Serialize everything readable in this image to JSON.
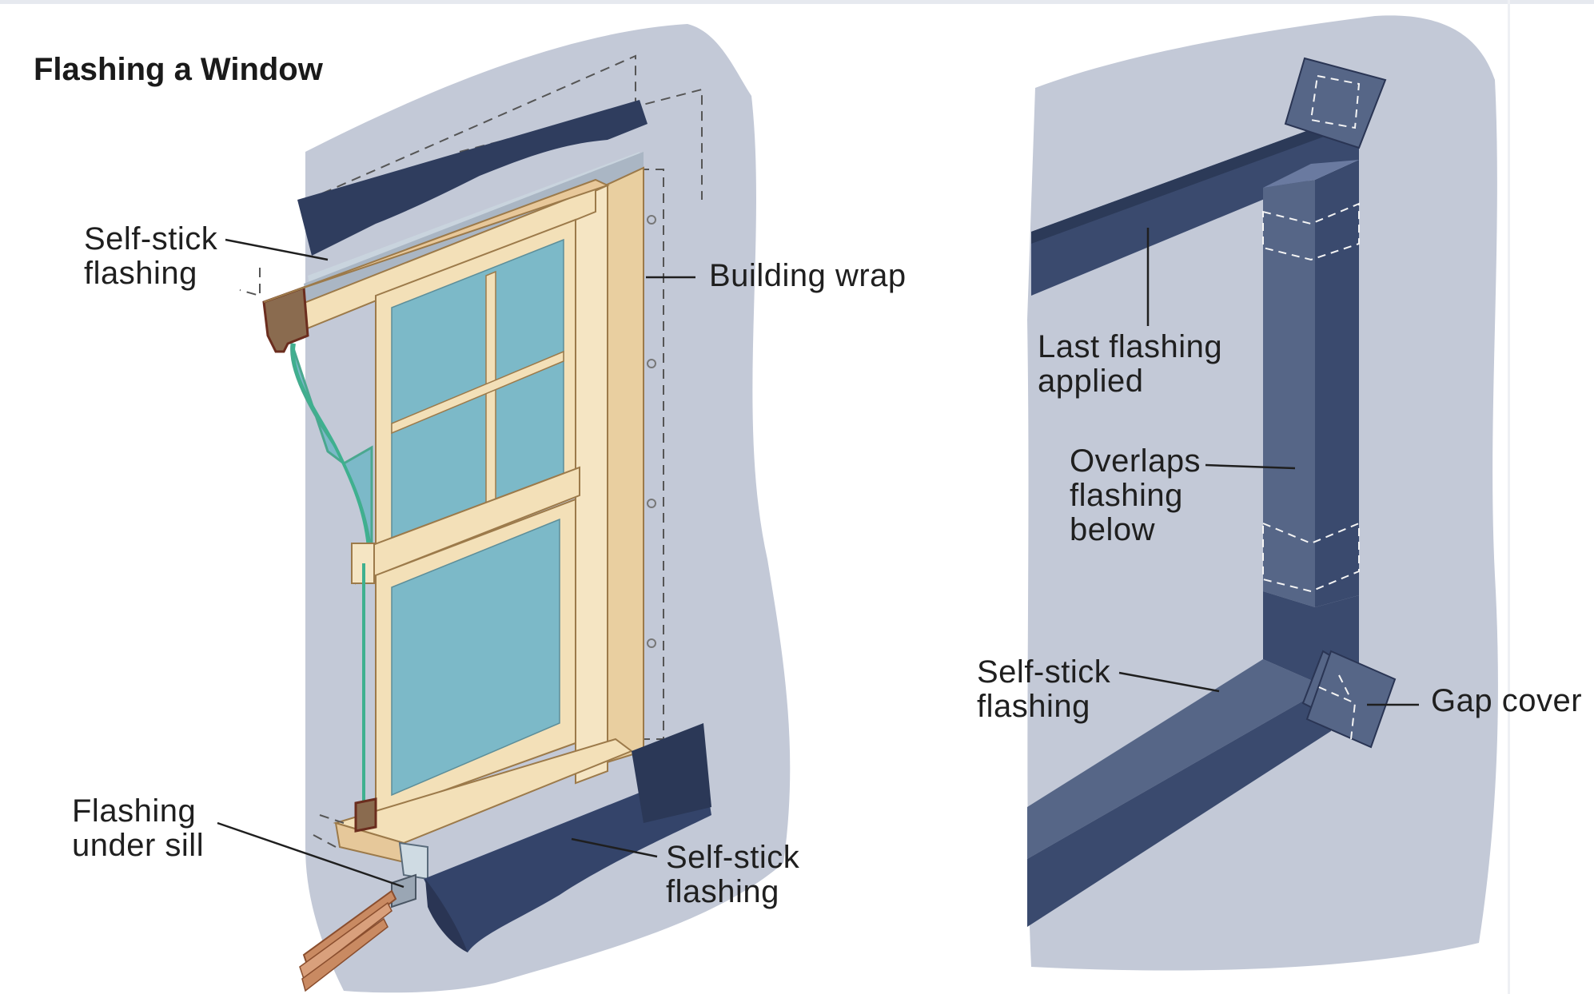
{
  "title": {
    "text": "Flashing a Window"
  },
  "left_diagram": {
    "labels": {
      "self_stick_top_line1": "Self-stick",
      "self_stick_top_line2": "flashing",
      "building_wrap": "Building wrap",
      "flashing_under_sill_line1": "Flashing",
      "flashing_under_sill_line2": "under sill",
      "self_stick_bottom_line1": "Self-stick",
      "self_stick_bottom_line2": "flashing"
    }
  },
  "right_diagram": {
    "labels": {
      "last_flashing_line1": "Last flashing",
      "last_flashing_line2": "applied",
      "overlaps_line1": "Overlaps",
      "overlaps_line2": "flashing",
      "overlaps_line3": "below",
      "self_stick_line1": "Self-stick",
      "self_stick_line2": "flashing",
      "gap_cover": "Gap cover"
    }
  },
  "colors": {
    "wall": "#c3c9d7",
    "flashing": "#3a4a6e",
    "flashing_light": "#566687",
    "glass": "#7cb9c8",
    "frame": "#f3e0b8",
    "frame_shadow": "#d9b98a",
    "wood_end": "#8a6b4f",
    "sill_trim": "#c98a62"
  }
}
